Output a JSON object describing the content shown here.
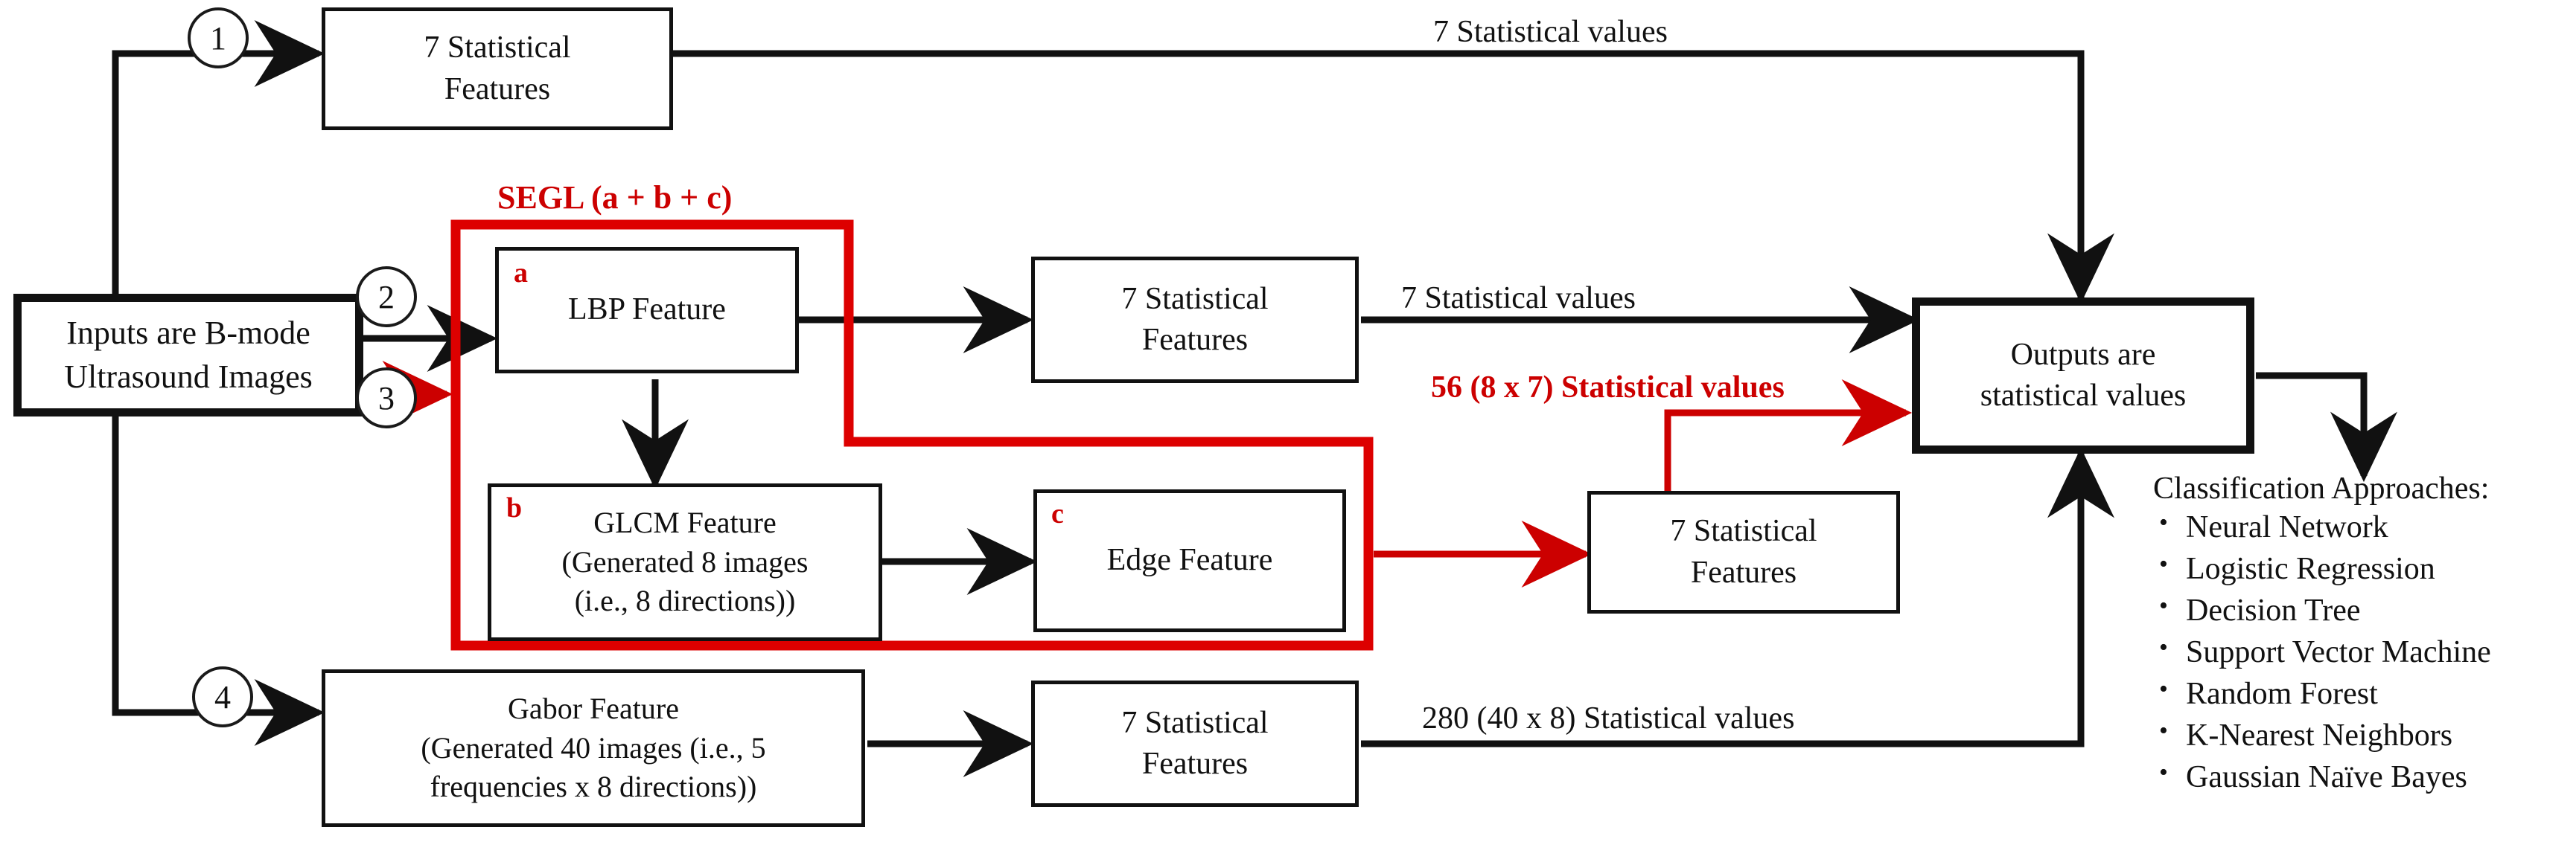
{
  "diagram": {
    "title_hidden": "",
    "accent_red": "#cc0000",
    "line_black": "#111111"
  },
  "input": {
    "label": "Inputs are B-mode\nUltrasound Images",
    "line1": "Inputs are B-mode",
    "line2": "Ultrasound Images"
  },
  "branches": [
    {
      "number": "1"
    },
    {
      "number": "2"
    },
    {
      "number": "3"
    },
    {
      "number": "4"
    }
  ],
  "boxes": {
    "stat_top": {
      "line1": "7  Statistical",
      "line2": "Features"
    },
    "lbp": {
      "tag": "a",
      "label": "LBP Feature"
    },
    "glcm": {
      "tag": "b",
      "line1": "GLCM Feature",
      "line2": "(Generated 8 images",
      "line3": "(i.e., 8 directions))"
    },
    "edge": {
      "tag": "c",
      "label": "Edge Feature"
    },
    "stat_lbp": {
      "line1": "7  Statistical",
      "line2": "Features"
    },
    "stat_edge": {
      "line1": "7  Statistical",
      "line2": "Features"
    },
    "gabor": {
      "line1": "Gabor Feature",
      "line2": "(Generated 40 images (i.e., 5",
      "line3": "frequencies x 8 directions))"
    },
    "stat_gabor": {
      "line1": "7  Statistical",
      "line2": "Features"
    },
    "outputs": {
      "line1": "Outputs are",
      "line2": "statistical values"
    }
  },
  "annotations": {
    "segl": "SEGL (a + b + c)",
    "top_values": "7 Statistical values",
    "lbp_values": "7 Statistical values",
    "segl_values": "56 (8 x 7) Statistical values",
    "gabor_values": "280 (40 x 8) Statistical values"
  },
  "classification": {
    "heading": "Classification Approaches:",
    "items": [
      "Neural Network",
      "Logistic Regression",
      "Decision Tree",
      "Support Vector Machine",
      "Random Forest",
      "K-Nearest Neighbors",
      "Gaussian Naïve Bayes"
    ]
  }
}
